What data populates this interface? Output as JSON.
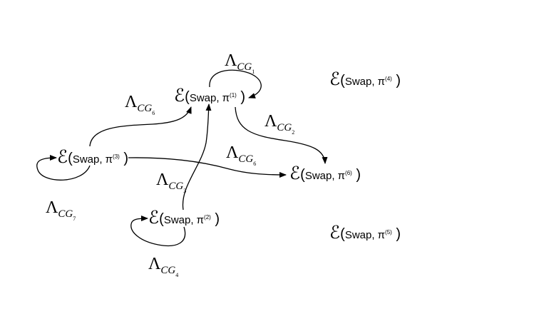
{
  "nodes": [
    {
      "id": "n1",
      "script_e": "ℰ",
      "func": "Swap, π",
      "sup": "(1)"
    },
    {
      "id": "n2",
      "script_e": "ℰ",
      "func": "Swap, π",
      "sup": "(2)"
    },
    {
      "id": "n3",
      "script_e": "ℰ",
      "func": "Swap, π",
      "sup": "(3)"
    },
    {
      "id": "n4",
      "script_e": "ℰ",
      "func": "Swap, π",
      "sup": "(4)"
    },
    {
      "id": "n5",
      "script_e": "ℰ",
      "func": "Swap, π",
      "sup": "(5)"
    },
    {
      "id": "n6",
      "script_e": "ℰ",
      "func": "Swap, π",
      "sup": "(6)"
    }
  ],
  "edge_labels": [
    {
      "id": "l1",
      "symbol": "Λ",
      "sub": "CG",
      "subsub": "1"
    },
    {
      "id": "l2",
      "symbol": "Λ",
      "sub": "CG",
      "subsub": "2"
    },
    {
      "id": "l3",
      "symbol": "Λ",
      "sub": "CG",
      "subsub": "3"
    },
    {
      "id": "l4",
      "symbol": "Λ",
      "sub": "CG",
      "subsub": "4"
    },
    {
      "id": "l6a",
      "symbol": "Λ",
      "sub": "CG",
      "subsub": "6"
    },
    {
      "id": "l6b",
      "symbol": "Λ",
      "sub": "CG",
      "subsub": "6"
    },
    {
      "id": "l7",
      "symbol": "Λ",
      "sub": "CG",
      "subsub": "7"
    }
  ],
  "edges": [
    {
      "from": "n1",
      "to": "n1",
      "label": "l1"
    },
    {
      "from": "n1",
      "to": "n6",
      "label": "l2"
    },
    {
      "from": "n2",
      "to": "n1",
      "label": "l3"
    },
    {
      "from": "n2",
      "to": "n2",
      "label": "l4"
    },
    {
      "from": "n3",
      "to": "n1",
      "label": "l6a"
    },
    {
      "from": "n3",
      "to": "n6",
      "label": "l6b"
    },
    {
      "from": "n3",
      "to": "n3",
      "label": "l7"
    }
  ]
}
